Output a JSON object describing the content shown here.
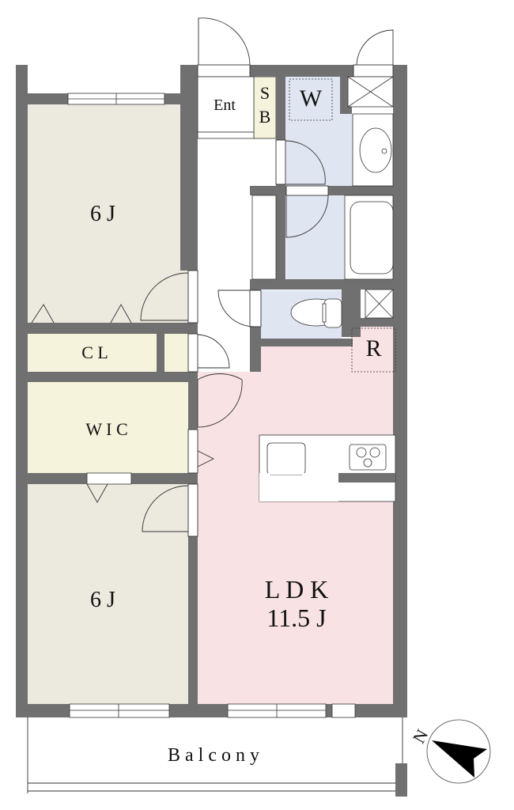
{
  "rooms": {
    "bedroom_north": {
      "label": "6 J"
    },
    "closet": {
      "label": "C L"
    },
    "wic": {
      "label": "W I C"
    },
    "bedroom_south": {
      "label": "6 J"
    },
    "ldk": {
      "label": "L D K",
      "size": "11.5 J"
    },
    "entrance": {
      "label": "Ent"
    },
    "shoe_box": {
      "label_top": "S",
      "label_bottom": "B"
    },
    "washer": {
      "label": "W"
    },
    "fridge": {
      "label": "R"
    },
    "balcony": {
      "label": "B a l c o n y"
    }
  },
  "compass": {
    "label": "N"
  },
  "colors": {
    "wall": "#707070",
    "bedroom": "#ece9df",
    "storage": "#f5f3dc",
    "wet_area": "#dfe5f1",
    "ldk": "#f9e2e4"
  }
}
